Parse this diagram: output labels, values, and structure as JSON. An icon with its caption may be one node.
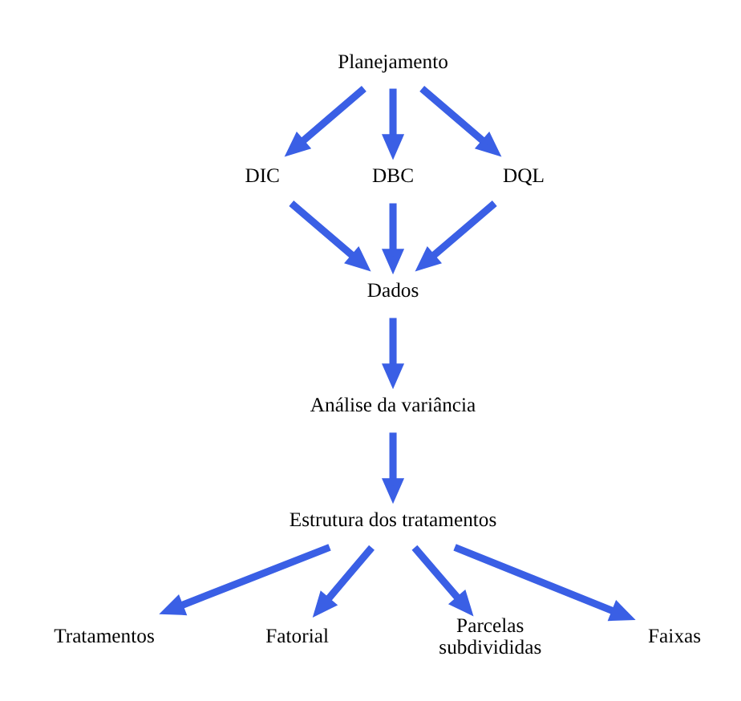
{
  "diagram": {
    "nodes": [
      {
        "text": [
          "Planejamento"
        ]
      },
      {
        "text": [
          "DIC"
        ]
      },
      {
        "text": [
          "DBC"
        ]
      },
      {
        "text": [
          "DQL"
        ]
      },
      {
        "text": [
          "Dados"
        ]
      },
      {
        "text": [
          "Análise da variância"
        ]
      },
      {
        "text": [
          "Estrutura dos tratamentos"
        ]
      },
      {
        "text": [
          "Tratamentos"
        ]
      },
      {
        "text": [
          "Fatorial"
        ]
      },
      {
        "text": [
          "Parcelas subdivididas"
        ]
      },
      {
        "text": [
          "Faixas"
        ]
      }
    ],
    "edges": [
      {
        "from": 0,
        "to": 1,
        "arrow": "to"
      },
      {
        "from": 0,
        "to": 2,
        "arrow": "to"
      },
      {
        "from": 0,
        "to": 3,
        "arrow": "to"
      },
      {
        "from": 1,
        "to": 4,
        "arrow": "to"
      },
      {
        "from": 2,
        "to": 4,
        "arrow": "to"
      },
      {
        "from": 3,
        "to": 4,
        "arrow": "to"
      },
      {
        "from": 4,
        "to": 5,
        "arrow": "to"
      },
      {
        "from": 5,
        "to": 6,
        "arrow": "to"
      },
      {
        "from": 6,
        "to": 7,
        "arrow": "to"
      },
      {
        "from": 6,
        "to": 8,
        "arrow": "to"
      },
      {
        "from": 6,
        "to": 9,
        "arrow": "to"
      },
      {
        "from": 6,
        "to": 10,
        "arrow": "to"
      }
    ]
  }
}
